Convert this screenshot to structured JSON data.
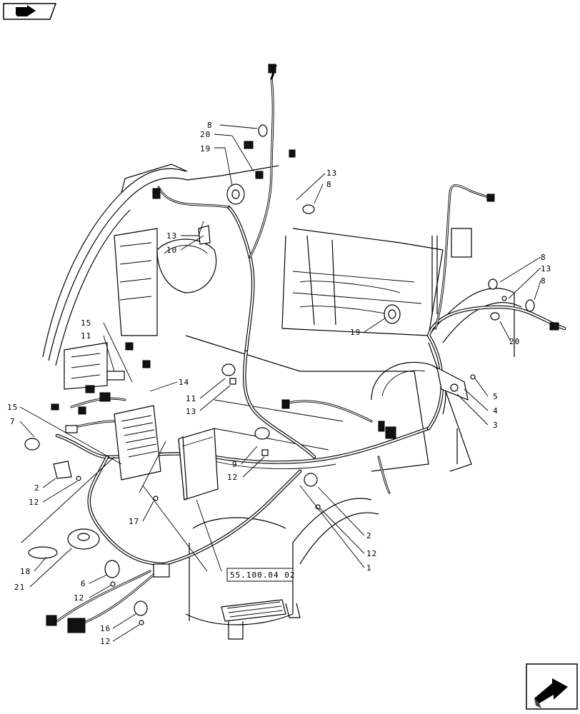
{
  "callouts": {
    "c8a": "8",
    "c20a": "20",
    "c19a": "19",
    "c13a": "13",
    "c8b": "8",
    "c13b": "13",
    "c10": "10",
    "c8c": "8",
    "c13c": "13",
    "c8d": "8",
    "c20b": "20",
    "c19b": "19",
    "c15a": "15",
    "c11a": "11",
    "c14": "14",
    "c11b": "11",
    "c13d": "13",
    "c5": "5",
    "c4": "4",
    "c3": "3",
    "c15b": "15",
    "c7": "7",
    "c2a": "2",
    "c12a": "12",
    "c9": "9",
    "c12b": "12",
    "c17": "17",
    "c2b": "2",
    "c12c": "12",
    "c1": "1",
    "c18": "18",
    "c21": "21",
    "c6": "6",
    "c12d": "12",
    "c16": "16",
    "c12e": "12"
  },
  "reference": {
    "label": "55.100.04 02"
  },
  "icons": {
    "top": "book-arrow-icon",
    "bottom": "next-page-arrow-icon"
  }
}
